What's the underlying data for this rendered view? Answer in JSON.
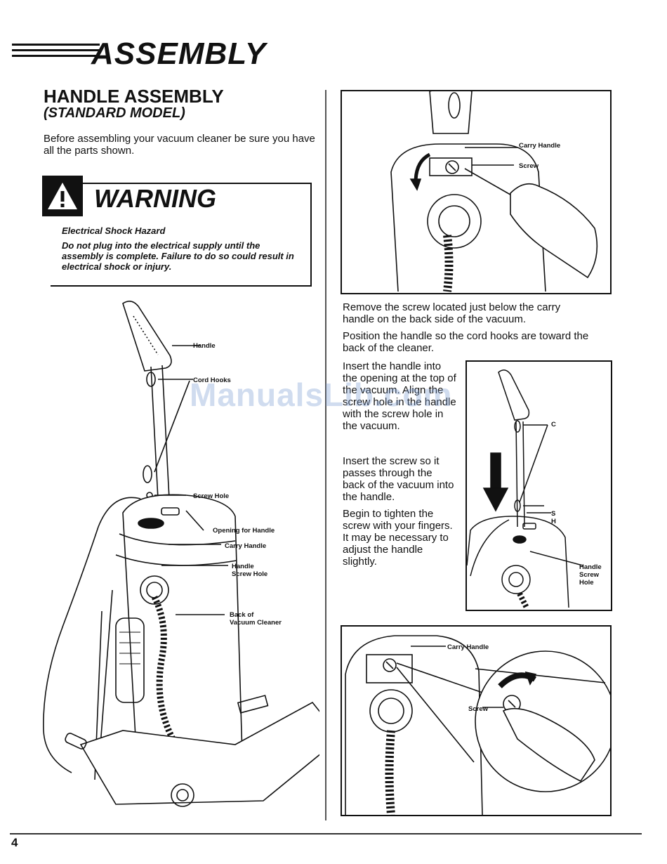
{
  "header": {
    "title": "ASSEMBLY"
  },
  "section": {
    "title": "HANDLE ASSEMBLY",
    "subtitle": "(STANDARD MODEL)"
  },
  "intro": "Before assembling your vacuum cleaner be sure you have all the parts shown.",
  "warning": {
    "title": "WARNING",
    "heading": "Electrical Shock Hazard",
    "text": "Do not plug into the electrical supply until the assembly is complete. Failure to do so could result in electrical shock or injury."
  },
  "left_figure": {
    "labels": {
      "handle": "Handle",
      "cord_hooks": "Cord Hooks",
      "screw_hole": "Screw Hole",
      "opening": "Opening for Handle",
      "carry_handle": "Carry Handle",
      "handle_screw_hole": [
        "Handle",
        "Screw Hole"
      ],
      "back_of_cleaner": [
        "Back of",
        "Vacuum Cleaner"
      ]
    }
  },
  "fig_top": {
    "labels": {
      "carry_handle": "Carry Handle",
      "screw": "Screw"
    }
  },
  "steps": {
    "p1": "Remove the screw located just below the carry handle on the back side of the vacuum.",
    "p2": "Position the handle so the cord hooks are toward the back of the cleaner.",
    "p3": "Insert the handle into the opening at the top of the vacuum. Align the screw hole in the handle with the screw hole in the vacuum.",
    "p4": "Insert the screw so it passes through the back of the vacuum into the handle.",
    "p5": "Begin to tighten the screw with your fingers. It may be necessary to adjust the handle slightly."
  },
  "fig_mid": {
    "labels": {
      "c": "C",
      "s": "S",
      "h": "H",
      "handle_screw_hole": [
        "Handle",
        "Screw",
        "Hole"
      ]
    }
  },
  "fig_bottom": {
    "labels": {
      "carry_handle": "Carry Handle",
      "screw": "Screw"
    }
  },
  "watermark": "ManualsLib.com",
  "page_number": "4"
}
